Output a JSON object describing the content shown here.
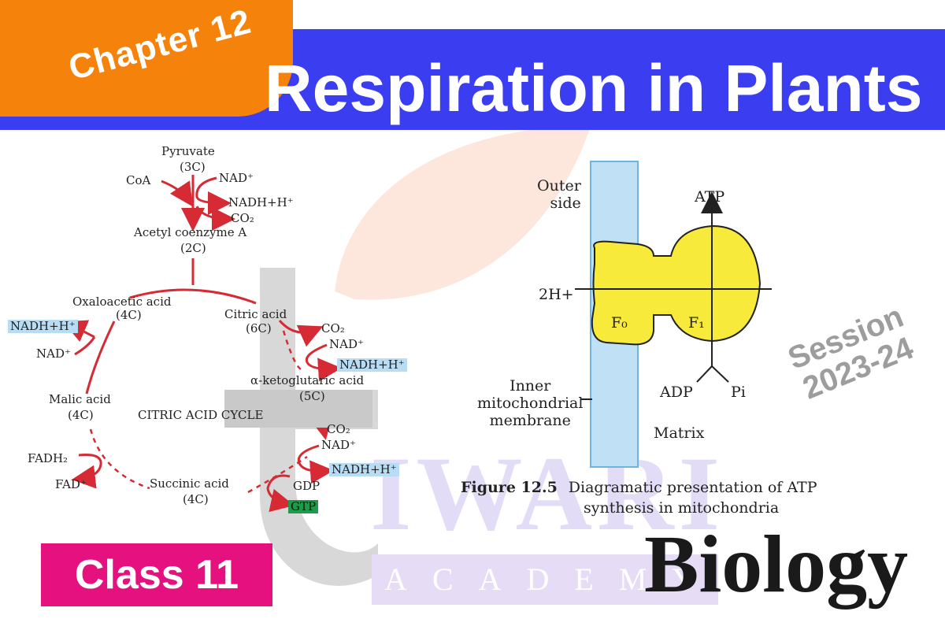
{
  "header": {
    "chapter_label": "Chapter 12",
    "title": "Respiration in Plants"
  },
  "footer": {
    "class_label": "Class 11",
    "subject": "Biology",
    "session_line1": "Session",
    "session_line2": "2023-24"
  },
  "watermark": {
    "brand": "IWARI",
    "brand_sub": "ACADEMY"
  },
  "krebs": {
    "pyruvate": "Pyruvate",
    "pyruvate_c": "(3C)",
    "coa": "CoA",
    "nad_top": "NAD⁺",
    "nadh_top": "NADH+H⁺",
    "co2_top": "CO₂",
    "acetyl": "Acetyl coenzyme A",
    "acetyl_c": "(2C)",
    "oxaloacetic": "Oxaloacetic acid",
    "oxaloacetic_c": "(4C)",
    "citric": "Citric acid",
    "citric_c": "(6C)",
    "nadh_left": "NADH+H⁺",
    "nad_left": "NAD⁺",
    "co2_1": "CO₂",
    "nad_1": "NAD⁺",
    "nadh_1": "NADH+H⁺",
    "ketoglutaric": "α-ketoglutaric acid",
    "ketoglutaric_c": "(5C)",
    "malic": "Malic acid",
    "malic_c": "(4C)",
    "cycle": "CITRIC ACID CYCLE",
    "co2_2": "CO₂",
    "nad_2": "NAD⁺",
    "nadh_2": "NADH+H⁺",
    "fadh2": "FADH₂",
    "fad": "FAD⁺",
    "succinic": "Succinic acid",
    "succinic_c": "(4C)",
    "gdp": "GDP",
    "gtp": "GTP"
  },
  "atp_synthase": {
    "outer_side": "Outer\nside",
    "atp": "ATP",
    "h_plus": "2H+",
    "f0": "F₀",
    "f1": "F₁",
    "inner_membrane": "Inner\nmitochondrial\nmembrane",
    "adp": "ADP",
    "pi": "Pi",
    "matrix": "Matrix",
    "figure_number": "Figure 12.5",
    "figure_caption_line1": "Diagramatic presentation of ATP",
    "figure_caption_line2": "synthesis in mitochondria"
  },
  "colors": {
    "banner": "#3a3ef0",
    "chapter_tab": "#f5820a",
    "class_badge": "#e5117f",
    "pathway_red": "#d62b35",
    "membrane_blue": "#bfe0f5",
    "synthase_yellow": "#f7ea3a",
    "nadh_highlight": "#b7dcf3",
    "gtp_highlight": "#1f9a4a"
  }
}
